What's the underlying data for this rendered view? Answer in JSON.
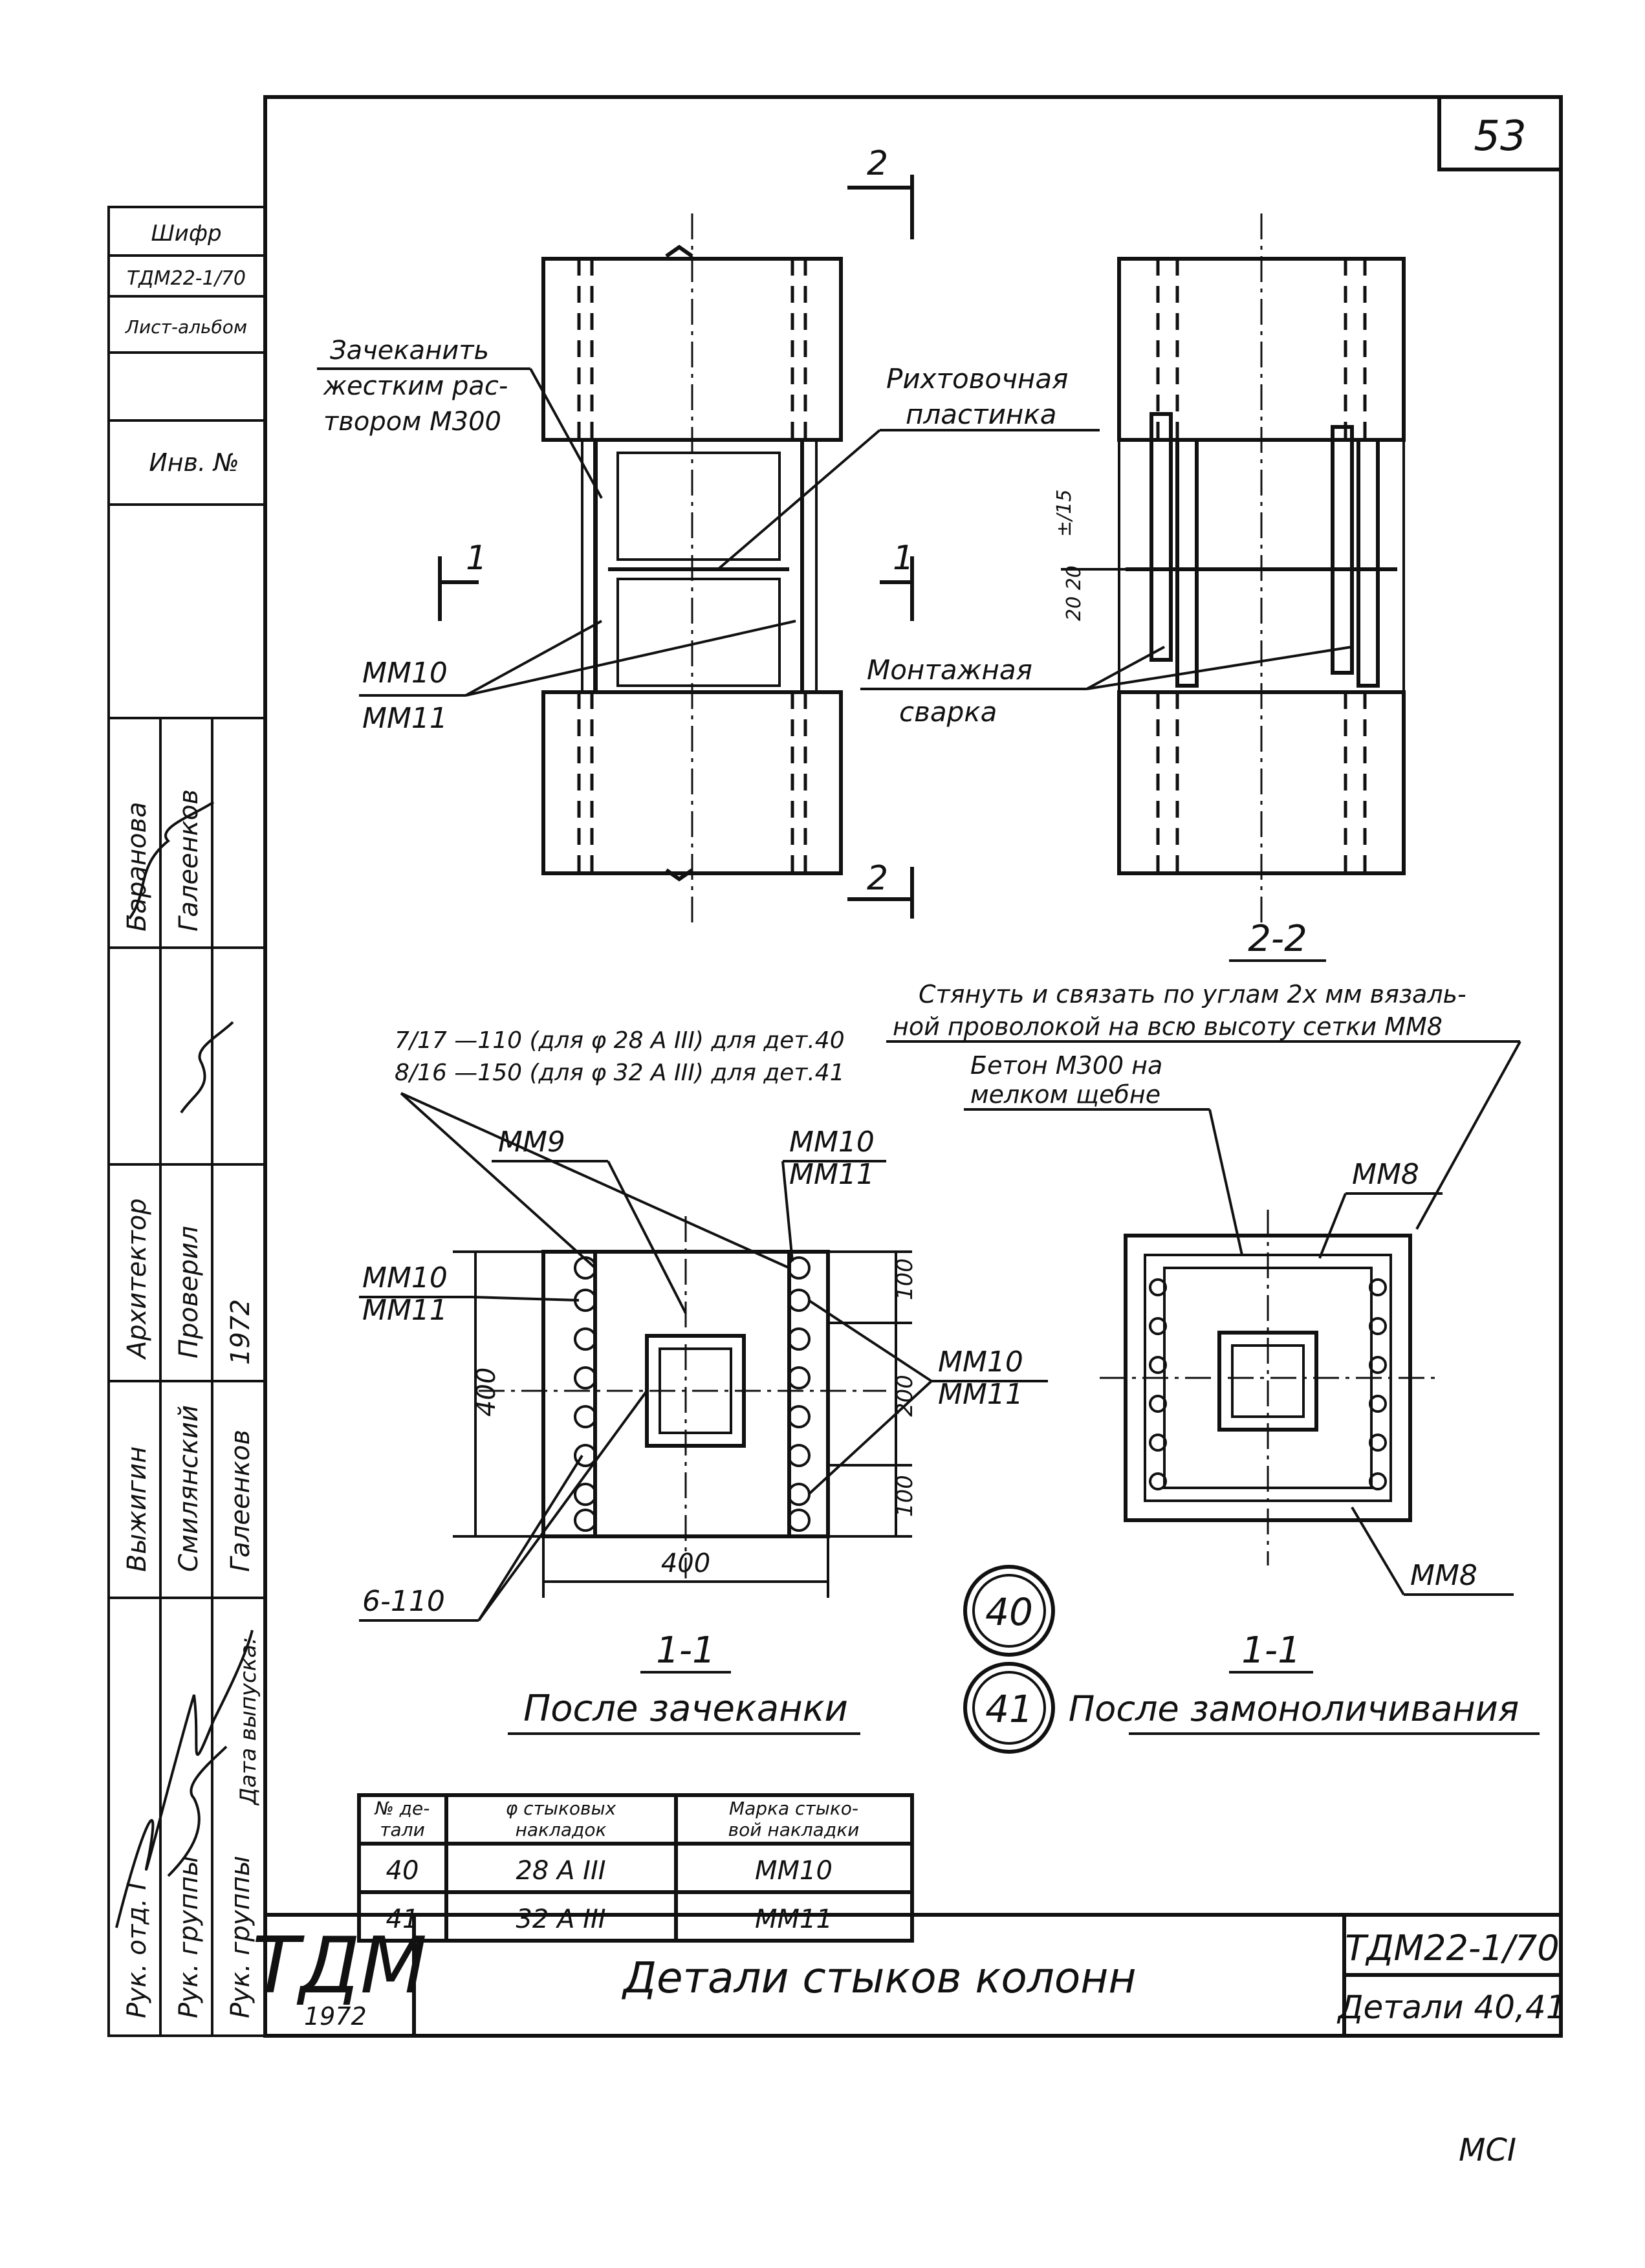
{
  "sheet": {
    "number": "53",
    "code": "ТДМ22-1/70",
    "sheet_label": "Детали 40,41",
    "title": "Детали стыков колонн",
    "org": "ТДМ",
    "org_year": "1972",
    "footer_number": "МСI"
  },
  "side_stamp": {
    "top_cells": [
      "Шифр",
      "ТДМ22-1/70",
      "Лист-альбом",
      "",
      "Инв. №"
    ],
    "roles": [
      "Рук. отд. I",
      "Рук. группы",
      "Рук. группы",
      "Дата выпуска:"
    ],
    "names": [
      "Архитектор",
      "Выжигин",
      "Смилянский",
      "Галеенков",
      "Баранова",
      "Проверил",
      "Галеенков",
      "1972"
    ]
  },
  "elevation": {
    "section_label_top": "2",
    "section_label_bottom": "2",
    "section_left": "1",
    "section_right": "1",
    "note_caulk": [
      "Зачеканить",
      "жестким рас-",
      "твором М300"
    ],
    "note_plate": [
      "Рихтовочная",
      "пластинка"
    ],
    "note_mm": [
      "ММ10",
      "ММ11"
    ],
    "note_weld": [
      "Монтажная",
      "сварка"
    ],
    "dim_gap": "20 20",
    "dim_vert": "±/15"
  },
  "plan_left": {
    "note_rods": [
      "7/17 —110 (для φ 28 А III) для дет.40",
      "8/16 —150 (для φ 32 А III) для дет.41"
    ],
    "label_mm9": "ММ9",
    "label_mm10_top": [
      "ММ10",
      "ММ11"
    ],
    "label_mm10_left": [
      "ММ10",
      "ММ11"
    ],
    "label_mm10_right": [
      "ММ10",
      "ММ11"
    ],
    "dim_width": "400",
    "dim_height": "400",
    "dim_side": [
      "100",
      "200",
      "100"
    ],
    "label_bolts": "6-110",
    "section": "1-1",
    "caption": "После зачеканки"
  },
  "plan_right": {
    "header": "2-2",
    "note_tie": [
      "Стянуть и связать по углам 2х мм вязаль-",
      "ной проволокой на всю высоту сетки ММ8"
    ],
    "note_concrete": [
      "Бетон М300 на",
      "мелком щебне"
    ],
    "label_mm8_top": "ММ8",
    "label_mm8_bottom": "ММ8",
    "section": "1-1",
    "caption": "После замоноличивания"
  },
  "detail_marks": [
    "40",
    "41"
  ],
  "table": {
    "headers": [
      "№ де-\nтали",
      "φ стыковых\nнакладок",
      "Марка стыко-\nвой накладки"
    ],
    "rows": [
      [
        "40",
        "28 А III",
        "ММ10"
      ],
      [
        "41",
        "32 А III",
        "ММ11"
      ]
    ]
  }
}
